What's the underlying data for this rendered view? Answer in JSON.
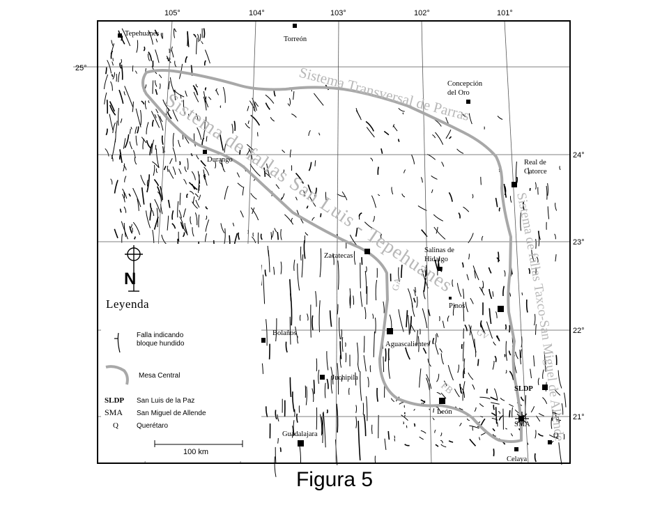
{
  "figure_caption": "Figura 5",
  "longitudes": [
    "105°",
    "104°",
    "103°",
    "102°",
    "101°"
  ],
  "latitudes": [
    "25°",
    "24°",
    "23°",
    "22°",
    "21°"
  ],
  "cities": [
    {
      "name": "Tepehuanes",
      "marker": "small"
    },
    {
      "name": "Torreón",
      "marker": "small"
    },
    {
      "name": "Concepción del Oro",
      "marker": "small"
    },
    {
      "name": "Durango",
      "marker": "small"
    },
    {
      "name": "Real de Catorce",
      "marker": "medium"
    },
    {
      "name": "Zacatecas",
      "marker": "medium"
    },
    {
      "name": "Salinas de Hidalgo",
      "marker": "small"
    },
    {
      "name": "Pinos",
      "marker": "tiny"
    },
    {
      "name": "Bolaños",
      "marker": "small"
    },
    {
      "name": "Aguascalientes",
      "marker": "large"
    },
    {
      "name": "Juchipila",
      "marker": "small"
    },
    {
      "name": "SLDP",
      "marker": "medium"
    },
    {
      "name": "León",
      "marker": "large"
    },
    {
      "name": "SMA",
      "marker": "medium"
    },
    {
      "name": "Q",
      "marker": "small"
    },
    {
      "name": "Guadalajara",
      "marker": "large"
    },
    {
      "name": "Celaya",
      "marker": "small"
    }
  ],
  "fault_systems": {
    "parras": "Sistema Transversal de Parras",
    "san_luis_tepehuanes": "Sistema de fallas San Luis - Tepehuanes",
    "taxco_sma": "Sistema de fallas Taxco-San Miguel de Allende"
  },
  "structure_labels": [
    "GA",
    "FB",
    "GV"
  ],
  "legend": {
    "north": "N",
    "title": "Leyenda",
    "items": [
      {
        "symbol": "fault",
        "text": "Falla indicando bloque hundido"
      },
      {
        "symbol": "mesa",
        "text": "Mesa Central"
      },
      {
        "symbol": "SLDP",
        "text": "San Luis de la Paz"
      },
      {
        "symbol": "SMA",
        "text": "San Miguel de Allende"
      },
      {
        "symbol": "Q",
        "text": "Querétaro"
      }
    ],
    "scale": "100 km"
  },
  "colors": {
    "mesa_outline": "#a8a8a8",
    "fault_system_text": "#b8b8b8",
    "ink": "#000000",
    "grid": "#555555"
  }
}
